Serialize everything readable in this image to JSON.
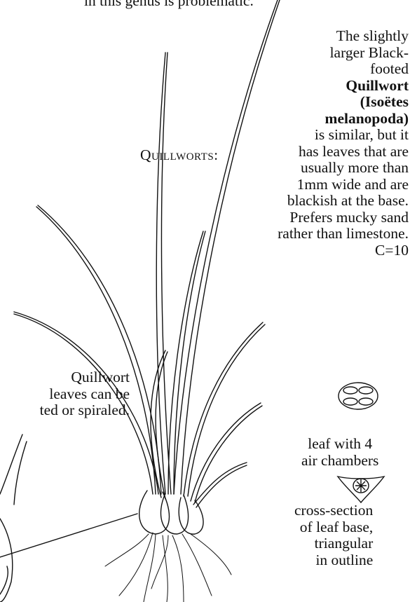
{
  "top_fragment": "in this genus is problematic.",
  "section_heading": "Quillworts:",
  "species_description": {
    "l1": "The slightly",
    "l2": "larger Black-",
    "l3": "footed",
    "l4": "Quillwort",
    "l5": "(Isoëtes",
    "l6": "melanopoda)",
    "l7": "is similar, but it",
    "l8": "has leaves that are",
    "l9": "usually more than",
    "l10": "1mm wide and are",
    "l11": "blackish at the base.",
    "l12": "Prefers mucky sand",
    "l13": "rather than limestone.",
    "l14": "C=10"
  },
  "leaf_note": {
    "l1": "Quillwort",
    "l2": "leaves can be",
    "l3": "ted or spiraled."
  },
  "air_chambers_label": {
    "l1": "leaf with 4",
    "l2": "air chambers"
  },
  "cross_section_label": {
    "l1": "cross-section",
    "l2": "of leaf base,",
    "l3": "triangular",
    "l4": "in outline"
  },
  "colors": {
    "ink": "#111111",
    "background": "#ffffff"
  },
  "icons": [
    "quillwort-plant-illustration",
    "air-chambers-icon",
    "leaf-base-cross-section-icon"
  ]
}
